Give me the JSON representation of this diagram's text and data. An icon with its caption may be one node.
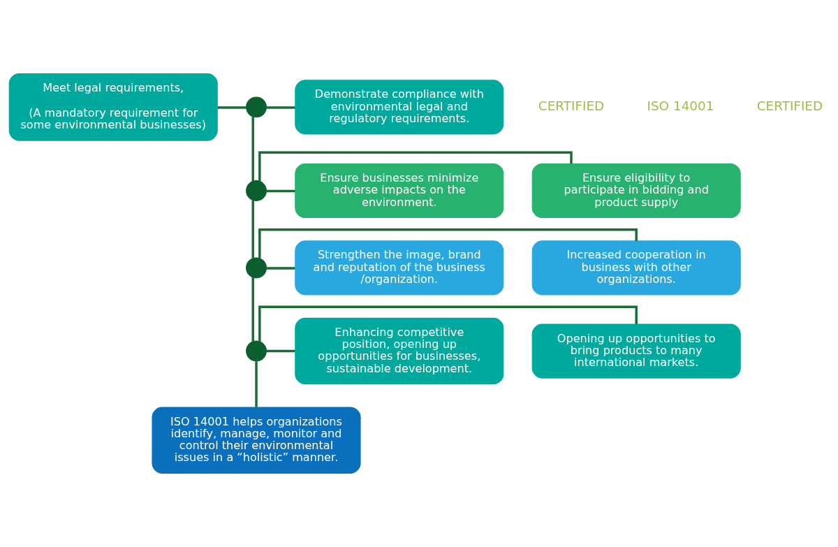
{
  "diagram": {
    "nodes": [
      {
        "text": [
          "Meet legal requirements,",
          "(A mandatory requirement for some environmental businesses)"
        ]
      },
      {
        "text": [],
        "shape": "circle"
      },
      {
        "text": [
          "Demonstrate compliance with environmental legal and regulatory requirements."
        ]
      },
      {
        "text": [
          "Ensure eligibility to participate in bidding and product supply"
        ]
      },
      {
        "text": [],
        "shape": "circle"
      },
      {
        "text": [
          "Ensure businesses minimize adverse impacts on the environment."
        ]
      },
      {
        "text": [
          "Increased cooperation in business with other organizations."
        ]
      },
      {
        "text": [],
        "shape": "circle"
      },
      {
        "text": [
          "Strengthen the image, brand and reputation of the business /organization."
        ]
      },
      {
        "text": [
          "Opening up opportunities to bring products to many international markets."
        ]
      },
      {
        "text": [],
        "shape": "circle"
      },
      {
        "text": [
          "Enhancing competitive position, opening up opportunities for businesses, sustainable development."
        ]
      },
      {
        "text": [
          "ISO 14001 helps organizations identify, manage, monitor and control their environmental issues in a “holistic” manner."
        ]
      }
    ],
    "edges": [
      {
        "from": 1,
        "to": 0,
        "arrow": "none"
      },
      {
        "from": 1,
        "to": 2,
        "arrow": "none"
      },
      {
        "from": 1,
        "to": 4,
        "arrow": "none"
      },
      {
        "from": 4,
        "to": 3,
        "arrow": "none"
      },
      {
        "from": 4,
        "to": 5,
        "arrow": "none"
      },
      {
        "from": 4,
        "to": 7,
        "arrow": "none"
      },
      {
        "from": 7,
        "to": 6,
        "arrow": "none"
      },
      {
        "from": 7,
        "to": 8,
        "arrow": "none"
      },
      {
        "from": 7,
        "to": 10,
        "arrow": "none"
      },
      {
        "from": 10,
        "to": 9,
        "arrow": "none"
      },
      {
        "from": 10,
        "to": 11,
        "arrow": "none"
      },
      {
        "from": 10,
        "to": 12,
        "arrow": "none"
      }
    ],
    "labels": [
      "CERTIFIED",
      "ISO 14001",
      "CERTIFIED"
    ]
  }
}
